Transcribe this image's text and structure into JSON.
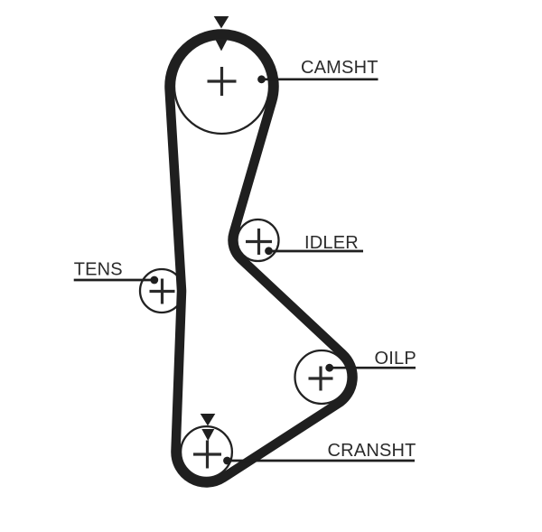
{
  "diagram": {
    "background_color": "#ffffff",
    "belt_color": "#1f1f1f",
    "line_color": "#1f1f1f",
    "text_color": "#2b2b2b",
    "pulleys": [
      {
        "id": "camsht",
        "label": "CAMSHT"
      },
      {
        "id": "idler",
        "label": "IDLER"
      },
      {
        "id": "tens",
        "label": "TENS"
      },
      {
        "id": "oilp",
        "label": "OILP"
      },
      {
        "id": "cransht",
        "label": "CRANSHT"
      }
    ]
  }
}
